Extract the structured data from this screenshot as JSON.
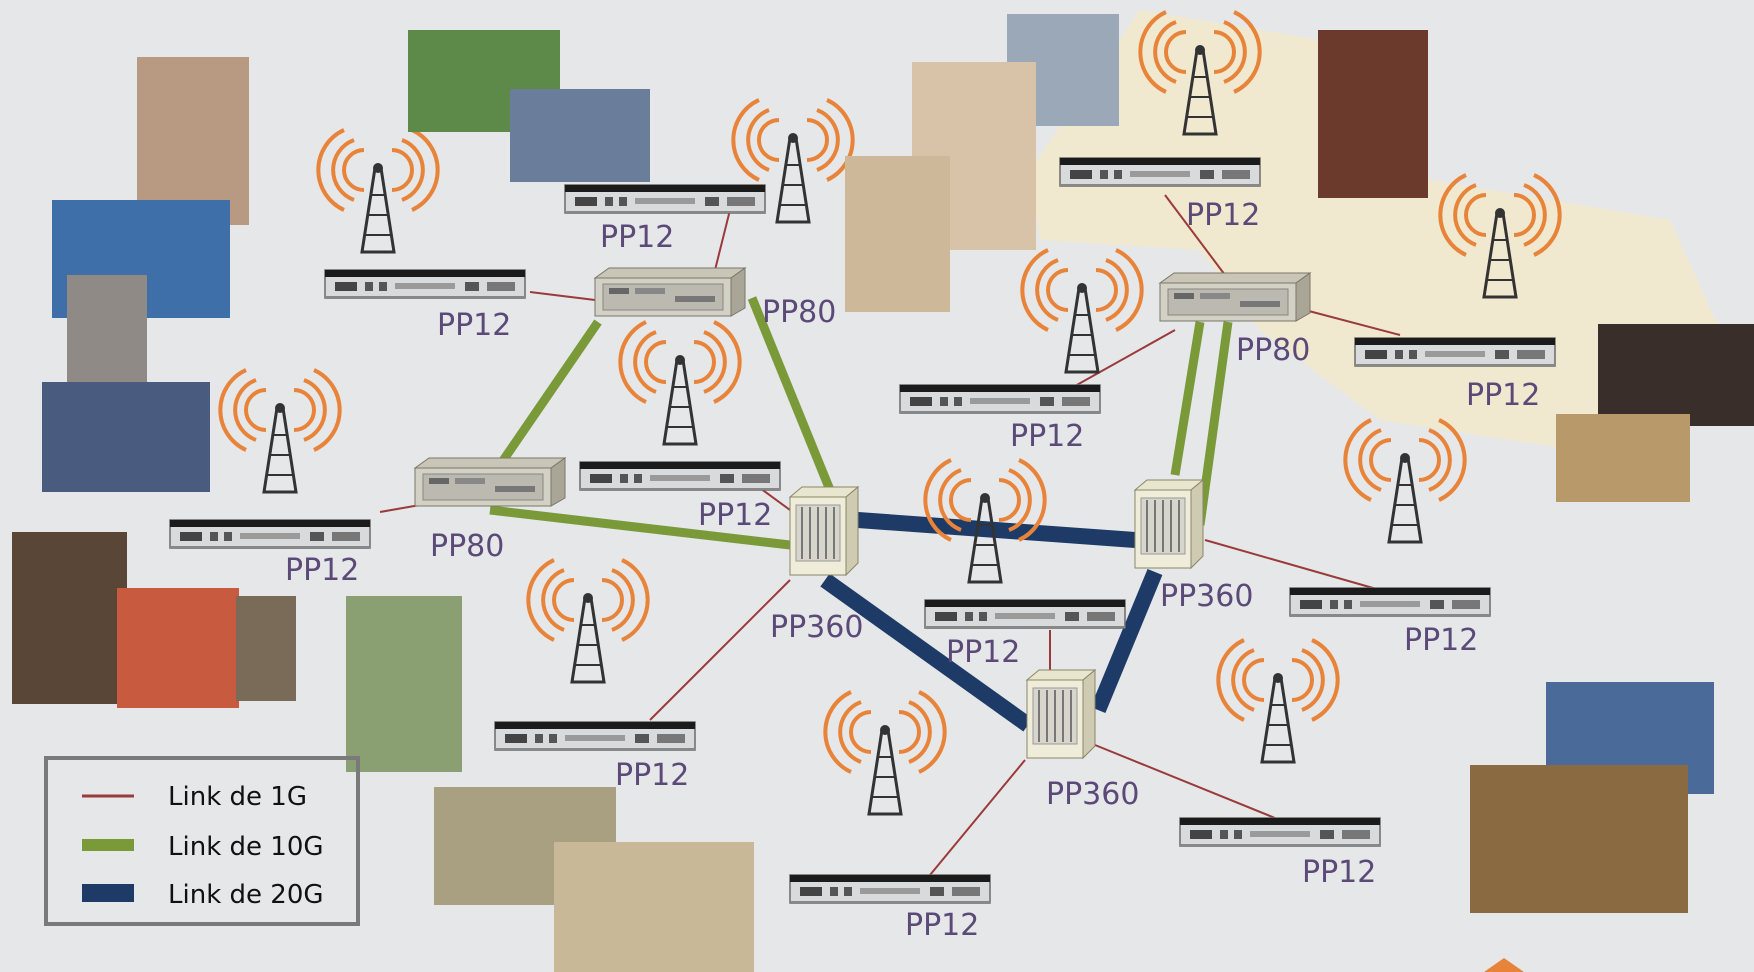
{
  "legend": {
    "items": [
      {
        "label": "Link de 1G",
        "color": "#9a3a3a"
      },
      {
        "label": "Link de 10G",
        "color": "#7a9a3a"
      },
      {
        "label": "Link de 20G",
        "color": "#1e3a66"
      }
    ]
  },
  "nodes": {
    "pp12_top_center": "PP12",
    "pp12_top_left": "PP12",
    "pp80_top": "PP80",
    "pp80_left": "PP80",
    "pp12_left": "PP12",
    "pp12_center": "PP12",
    "pp12_mid": "PP12",
    "pp80_right": "PP80",
    "pp12_top_right": "PP12",
    "pp12_right_cluster": "PP12",
    "pp360_center": "PP360",
    "pp360_right": "PP360",
    "pp360_bottom": "PP360",
    "pp12_center_low": "PP12",
    "pp12_right": "PP12",
    "pp12_bottom_left": "PP12",
    "pp12_bottom_right": "PP12",
    "pp12_bottom": "PP12"
  },
  "colors": {
    "link_1g": "#9a3a3a",
    "link_10g": "#7a9a3a",
    "link_20g": "#1e3a66",
    "antenna": "#e8843a",
    "zone_fill": "#f0e9cf",
    "label": "#5b4a78"
  }
}
